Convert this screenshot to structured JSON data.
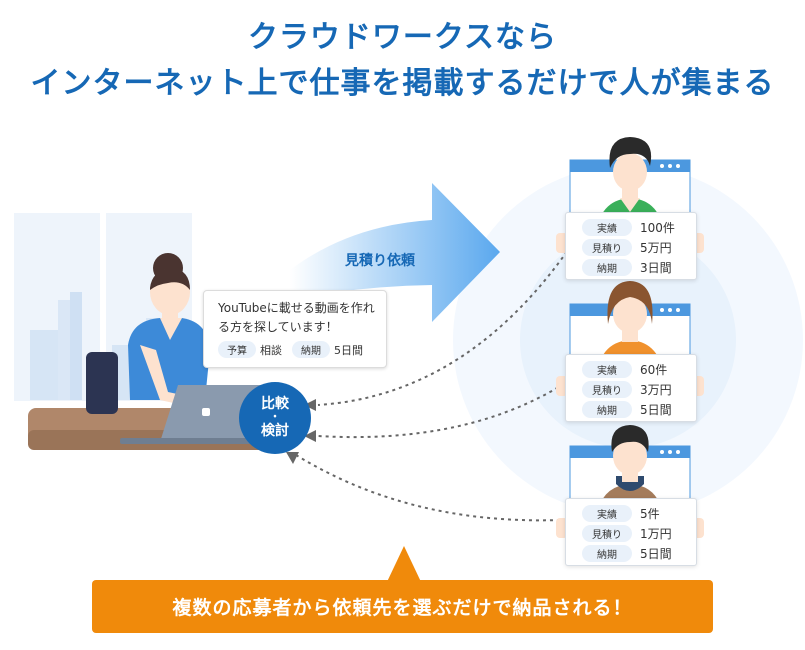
{
  "title": {
    "line1": "クラウドワークスなら",
    "line2": "インターネット上で仕事を掲載するだけで人が集まる"
  },
  "request": {
    "message": "YouTubeに載せる動画を作れる方を探しています！",
    "budget_label": "予算",
    "budget_value": "相談",
    "deadline_label": "納期",
    "deadline_value": "5日間"
  },
  "arrow_label": "見積り依頼",
  "compare": {
    "line1": "比較",
    "dot": "・",
    "line2": "検討"
  },
  "applicants": [
    {
      "record_label": "実績",
      "record_value": "100件",
      "quote_label": "見積り",
      "quote_value": "5万円",
      "deadline_label": "納期",
      "deadline_value": "3日間"
    },
    {
      "record_label": "実績",
      "record_value": "60件",
      "quote_label": "見積り",
      "quote_value": "3万円",
      "deadline_label": "納期",
      "deadline_value": "5日間"
    },
    {
      "record_label": "実績",
      "record_value": "5件",
      "quote_label": "見積り",
      "quote_value": "1万円",
      "deadline_label": "納期",
      "deadline_value": "5日間"
    }
  ],
  "banner": "複数の応募者から依頼先を選ぶだけで納品される！",
  "colors": {
    "brand_blue": "#1668b5",
    "banner_orange": "#f08a0b",
    "window_blue": "#4c98df",
    "halo": "#eef5fd"
  }
}
